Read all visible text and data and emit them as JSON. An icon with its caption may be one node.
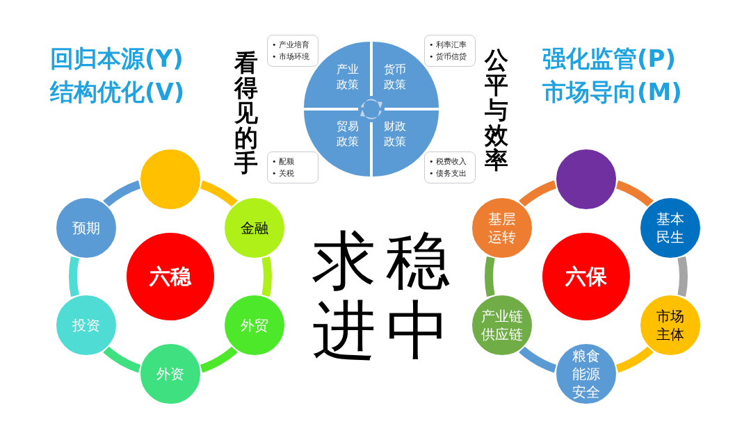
{
  "diagram": {
    "nodes": [
      {
        "text": [
          "产业政策"
        ]
      },
      {
        "text": [
          "货币政策"
        ]
      },
      {
        "text": [
          "贸易政策"
        ]
      },
      {
        "text": [
          "财政政策"
        ]
      },
      {
        "text": [
          "• 产业培育",
          "• 市场环境"
        ]
      },
      {
        "text": [
          "• 利率汇率",
          "• 货币信贷"
        ]
      },
      {
        "text": [
          "• 配额",
          "• 关税"
        ]
      },
      {
        "text": [
          "• 税费收入",
          "• 债务支出"
        ]
      },
      {
        "text": [
          "六稳"
        ]
      },
      {
        "text": [],
        "shape": "circle"
      },
      {
        "text": [
          "金融"
        ]
      },
      {
        "text": [
          "外贸"
        ]
      },
      {
        "text": [
          "外资"
        ]
      },
      {
        "text": [
          "投资"
        ]
      },
      {
        "text": [
          "预期"
        ]
      },
      {
        "text": [
          "六保"
        ]
      },
      {
        "text": [],
        "shape": "circle"
      },
      {
        "text": [
          "基本民生"
        ]
      },
      {
        "text": [
          "市场主体"
        ]
      },
      {
        "text": [
          "粮食能源安全"
        ]
      },
      {
        "text": [
          "产业链供应链"
        ]
      },
      {
        "text": [
          "基层运转"
        ]
      }
    ],
    "edges": [
      {
        "from": 9,
        "to": 10,
        "arrow": "none",
        "color": "#ffc000"
      },
      {
        "from": 10,
        "to": 11,
        "arrow": "none",
        "color": "#b0f019"
      },
      {
        "from": 11,
        "to": 12,
        "arrow": "none",
        "color": "#4de82a"
      },
      {
        "from": 12,
        "to": 13,
        "arrow": "none",
        "color": "#3ee080"
      },
      {
        "from": 13,
        "to": 14,
        "arrow": "none",
        "color": "#4fdcd4"
      },
      {
        "from": 14,
        "to": 9,
        "arrow": "none",
        "color": "#5b9bd5"
      },
      {
        "from": 16,
        "to": 17,
        "arrow": "none",
        "color": "#ed7d31"
      },
      {
        "from": 17,
        "to": 18,
        "arrow": "none",
        "color": "#a5a5a5"
      },
      {
        "from": 18,
        "to": 19,
        "arrow": "none",
        "color": "#ffc000"
      },
      {
        "from": 19,
        "to": 20,
        "arrow": "none",
        "color": "#5b9bd5"
      },
      {
        "from": 20,
        "to": 21,
        "arrow": "none",
        "color": "#70ad47"
      },
      {
        "from": 21,
        "to": 16,
        "arrow": "none",
        "color": "#ed7d31"
      }
    ],
    "labels": [
      "回归本源(Y)",
      "结构优化(V)",
      "看得见的手",
      "公平与效率",
      "强化监管(P)",
      "市场导向(M)",
      "稳中求进"
    ]
  }
}
